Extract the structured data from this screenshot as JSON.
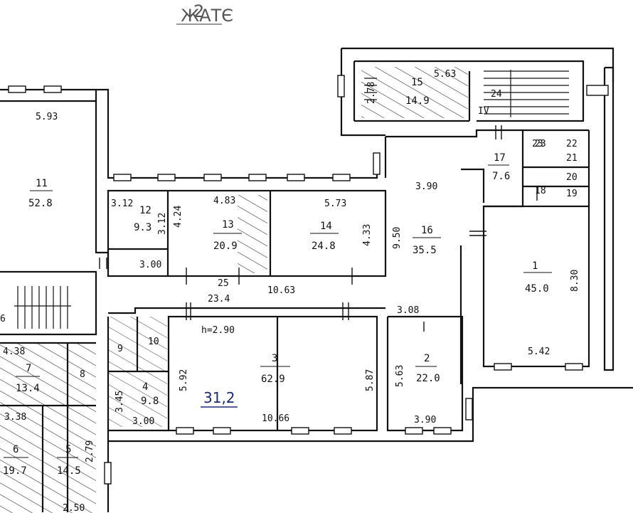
{
  "header": {
    "floor_number": "2",
    "floor_word_mirrored": "ЭТАЖ"
  },
  "handwritten_note": "31,2",
  "ceiling_label": "h=2.90",
  "rooms": [
    {
      "key": "r1",
      "number": "1",
      "area": "45.0"
    },
    {
      "key": "r2",
      "number": "2",
      "area": "22.0"
    },
    {
      "key": "r3",
      "number": "3",
      "area": "62.9"
    },
    {
      "key": "r4",
      "number": "4",
      "area": "9.8"
    },
    {
      "key": "r5",
      "number": "5",
      "area": "14.5"
    },
    {
      "key": "r6",
      "number": "6",
      "area": "19.7"
    },
    {
      "key": "r7",
      "number": "7",
      "area": "13.4"
    },
    {
      "key": "r11",
      "number": "11",
      "area": "52.8"
    },
    {
      "key": "r12",
      "number": "12",
      "area": "9.3"
    },
    {
      "key": "r13",
      "number": "13",
      "area": "20.9"
    },
    {
      "key": "r14",
      "number": "14",
      "area": "24.8"
    },
    {
      "key": "r15",
      "number": "15",
      "area": "14.9"
    },
    {
      "key": "r16",
      "number": "16",
      "area": "35.5"
    },
    {
      "key": "r17",
      "number": "17",
      "area": "7.6"
    }
  ],
  "room_tags": {
    "r8": "8",
    "r9": "9",
    "r10": "10",
    "r18": "18",
    "r19": "19",
    "r20": "20",
    "r21": "21",
    "r22": "22",
    "r23": "23",
    "r24": "24",
    "r25": "25",
    "stair_left": "6",
    "stair_right": "IV"
  },
  "dimensions": {
    "d_593": "5.93",
    "d_312a": "3.12",
    "d_312b": "3.12",
    "d_300": "3.00",
    "d_424": "4.24",
    "d_483": "4.83",
    "d_573": "5.73",
    "d_433": "4.33",
    "d_234": "23.4",
    "d_1063": "10.63",
    "d_390a": "3.90",
    "d_950": "9.50",
    "d_830": "8.30",
    "d_542": "5.42",
    "d_308": "3.08",
    "d_563": "5.63",
    "d_390b": "3.90",
    "d_592": "5.92",
    "d_587": "5.87",
    "d_1066": "10.66",
    "d_438": "4.38",
    "d_338": "3.38",
    "d_345": "3.45",
    "d_300b": "3.00",
    "d_250": "2.50",
    "d_563b": "5.63",
    "d_278": "2.78",
    "d_23": "23",
    "d_279": "2.79"
  }
}
